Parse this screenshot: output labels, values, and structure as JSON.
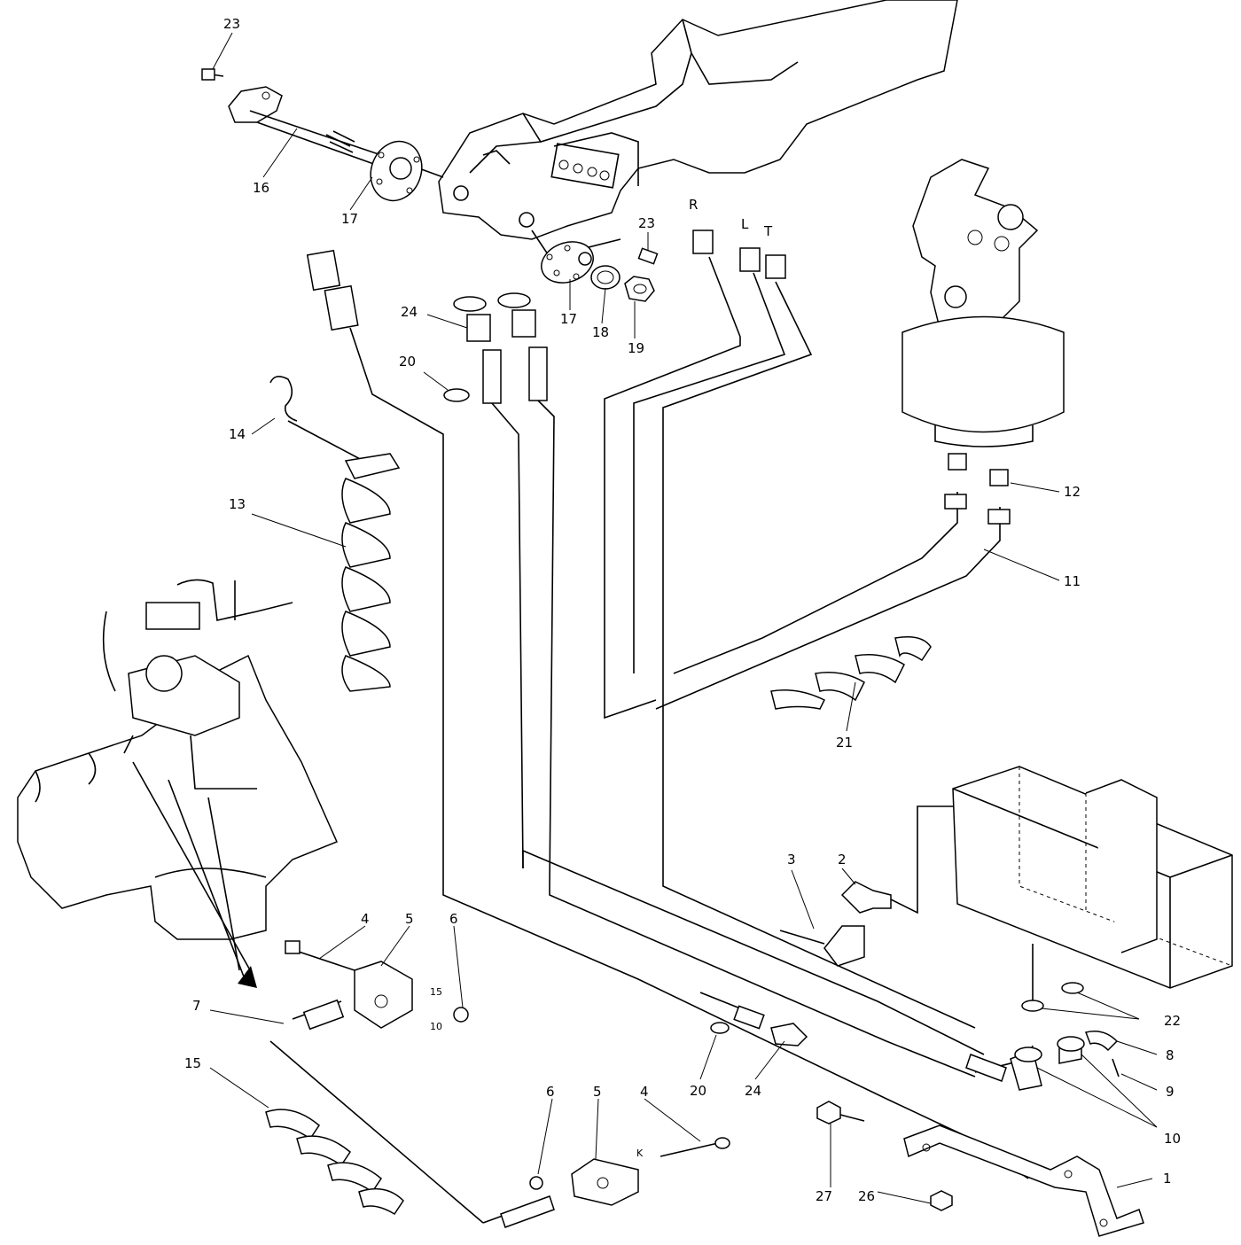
{
  "callouts": {
    "c1": "1",
    "c2": "2",
    "c3": "3",
    "c4a": "4",
    "c4b": "4",
    "c5a": "5",
    "c5b": "5",
    "c6a": "6",
    "c6b": "6",
    "c7": "7",
    "c8": "8",
    "c9": "9",
    "c10": "10",
    "c11": "11",
    "c12": "12",
    "c13": "13",
    "c14": "14",
    "c15": "15",
    "c16": "16",
    "c17a": "17",
    "c17b": "17",
    "c18": "18",
    "c19": "19",
    "c20a": "20",
    "c20b": "20",
    "c21": "21",
    "c22": "22",
    "c23a": "23",
    "c23b": "23",
    "c24a": "24",
    "c24b": "24",
    "c26": "26",
    "c27": "27"
  },
  "port_labels": {
    "r": "R",
    "l": "L",
    "t": "T"
  },
  "small_marks": {
    "m1": "15",
    "m2": "10",
    "m3": "K"
  }
}
